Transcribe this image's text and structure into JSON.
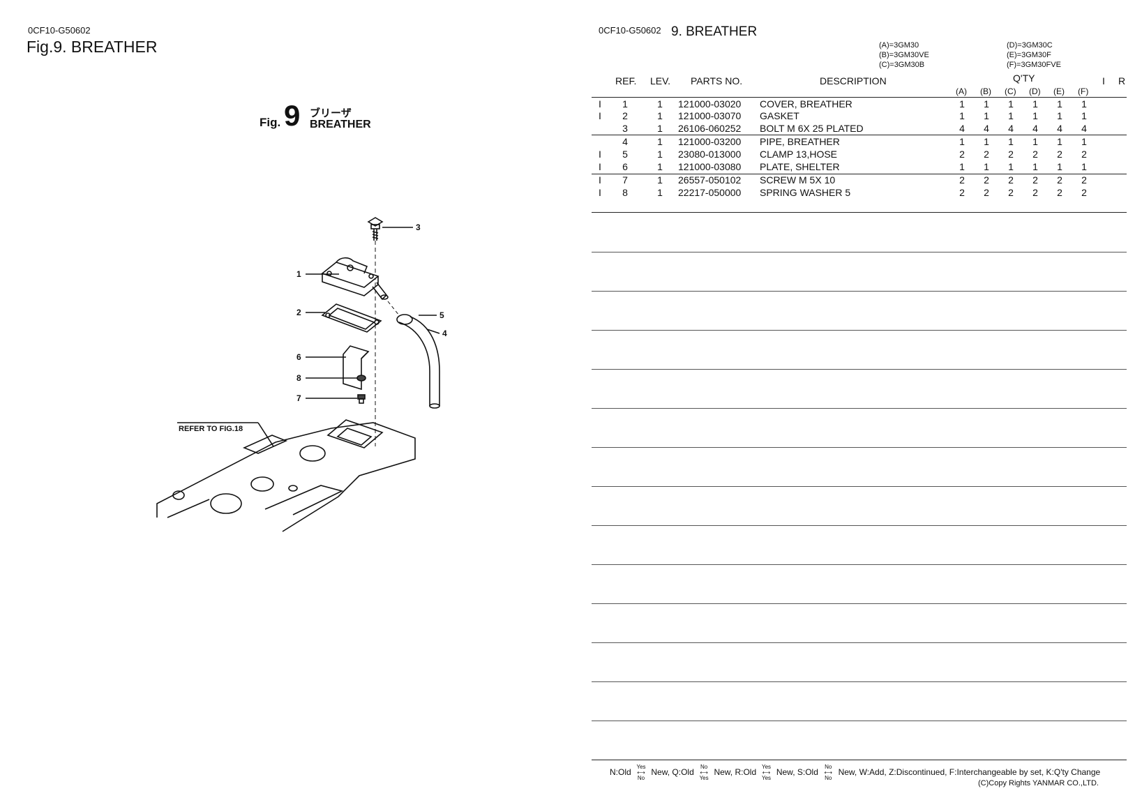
{
  "left": {
    "doc_code": "0CF10-G50602",
    "fig_title": "Fig.9.  BREATHER",
    "figure_badge": {
      "prefix": "Fig.",
      "number": "9",
      "jp": "ブリーザ",
      "en": "BREATHER"
    },
    "callouts": [
      "1",
      "2",
      "3",
      "4",
      "5",
      "6",
      "7",
      "8"
    ],
    "refer_note": "REFER TO FIG.18"
  },
  "right": {
    "doc_code": "0CF10-G50602",
    "section_title": "9.  BREATHER",
    "models_left": [
      "(A)=3GM30",
      "(B)=3GM30VE",
      "(C)=3GM30B"
    ],
    "models_right": [
      "(D)=3GM30C",
      "(E)=3GM30F",
      "(F)=3GM30FVE"
    ],
    "headers": {
      "ref": "REF.",
      "lev": "LEV.",
      "parts_no": "PARTS NO.",
      "description": "DESCRIPTION",
      "qty": "Q'TY",
      "i": "I",
      "r": "R"
    },
    "qty_cols": [
      "(A)",
      "(B)",
      "(C)",
      "(D)",
      "(E)",
      "(F)"
    ],
    "rows": [
      {
        "mark": "I",
        "ref": "1",
        "lev": "1",
        "parts_no": "121000-03020",
        "desc": "COVER, BREATHER",
        "qty": [
          "1",
          "1",
          "1",
          "1",
          "1",
          "1"
        ]
      },
      {
        "mark": "I",
        "ref": "2",
        "lev": "1",
        "parts_no": "121000-03070",
        "desc": "GASKET",
        "qty": [
          "1",
          "1",
          "1",
          "1",
          "1",
          "1"
        ]
      },
      {
        "mark": "",
        "ref": "3",
        "lev": "1",
        "parts_no": "26106-060252",
        "desc": "BOLT M 6X 25 PLATED",
        "qty": [
          "4",
          "4",
          "4",
          "4",
          "4",
          "4"
        ]
      },
      {
        "mark": "",
        "ref": "4",
        "lev": "1",
        "parts_no": "121000-03200",
        "desc": "PIPE, BREATHER",
        "qty": [
          "1",
          "1",
          "1",
          "1",
          "1",
          "1"
        ]
      },
      {
        "mark": "I",
        "ref": "5",
        "lev": "1",
        "parts_no": "23080-013000",
        "desc": "CLAMP 13,HOSE",
        "qty": [
          "2",
          "2",
          "2",
          "2",
          "2",
          "2"
        ]
      },
      {
        "mark": "I",
        "ref": "6",
        "lev": "1",
        "parts_no": "121000-03080",
        "desc": "PLATE, SHELTER",
        "qty": [
          "1",
          "1",
          "1",
          "1",
          "1",
          "1"
        ]
      },
      {
        "mark": "I",
        "ref": "7",
        "lev": "1",
        "parts_no": "26557-050102",
        "desc": "SCREW M 5X 10",
        "qty": [
          "2",
          "2",
          "2",
          "2",
          "2",
          "2"
        ]
      },
      {
        "mark": "I",
        "ref": "8",
        "lev": "1",
        "parts_no": "22217-050000",
        "desc": "SPRING WASHER  5",
        "qty": [
          "2",
          "2",
          "2",
          "2",
          "2",
          "2"
        ]
      }
    ],
    "footer": {
      "legend": [
        {
          "code": "N:Old",
          "top": "Yes",
          "bottom": "No",
          "to": "New,"
        },
        {
          "code": "Q:Old",
          "top": "No",
          "bottom": "Yes",
          "to": "New,"
        },
        {
          "code": "R:Old",
          "top": "Yes",
          "bottom": "Yes",
          "to": "New,"
        },
        {
          "code": "S:Old",
          "top": "No",
          "bottom": "No",
          "to": "New,"
        }
      ],
      "legend_tail": "W:Add, Z:Discontinued, F:Interchangeable by set, K:Q'ty Change",
      "copyright": "(C)Copy Rights YANMAR CO.,LTD."
    }
  }
}
